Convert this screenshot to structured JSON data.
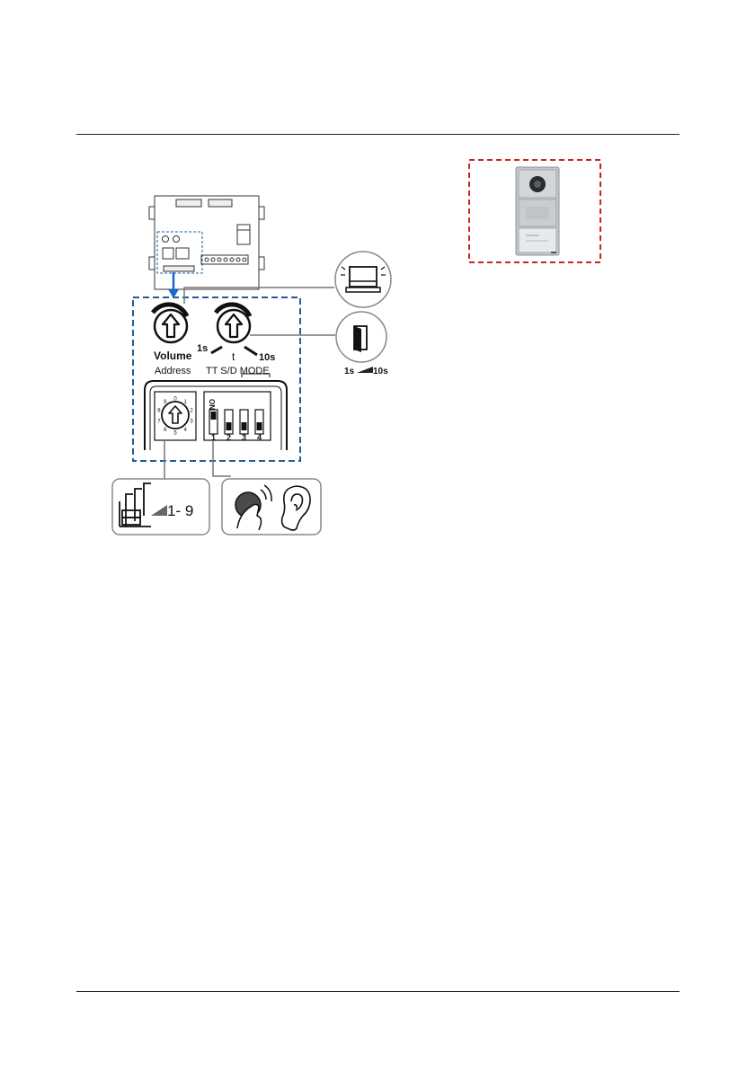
{
  "diagram": {
    "labels": {
      "volume": "Volume",
      "t": "t",
      "t_min": "1s",
      "t_max": "10s",
      "address": "Address",
      "switch_header": "TT S/D MODE",
      "on": "ON",
      "switch_numbers": [
        "1",
        "2",
        "3",
        "4"
      ],
      "address_range": "1- 9",
      "lock_min": "1s",
      "lock_max": "10s"
    },
    "dial_digits": [
      "0",
      "1",
      "2",
      "3",
      "4",
      "5",
      "6",
      "7",
      "8",
      "9"
    ]
  },
  "colors": {
    "blue_dashed": "#1f5f99",
    "red_dashed": "#cc2222",
    "arrow_blue": "#1a66cc",
    "panel_grey": "#b9bec3"
  }
}
